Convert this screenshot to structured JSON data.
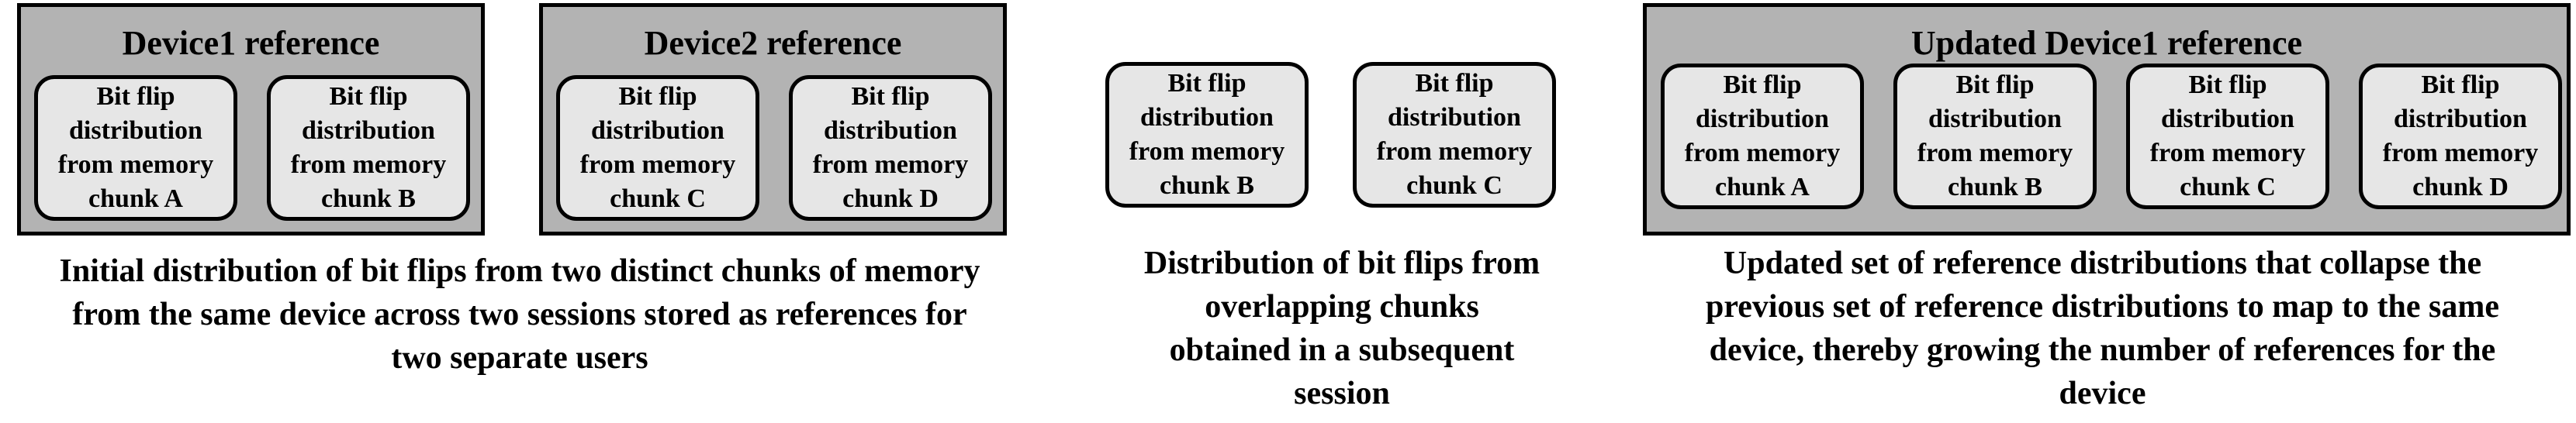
{
  "groups": {
    "device1": {
      "title": "Device1 reference"
    },
    "device2": {
      "title": "Device2 reference"
    },
    "updated": {
      "title": "Updated Device1 reference"
    }
  },
  "chunks": {
    "line1": "Bit flip",
    "line2": "distribution",
    "line3": "from memory",
    "a": "chunk A",
    "b": "chunk B",
    "c": "chunk C",
    "d": "chunk D"
  },
  "captions": {
    "initial": [
      "Initial distribution of bit flips from two distinct chunks of memory",
      "from the same device across two sessions stored as references for",
      "two separate users"
    ],
    "subsequent": [
      "Distribution of bit flips from",
      "overlapping chunks",
      "obtained in a subsequent",
      "session"
    ],
    "updated": [
      "Updated set of reference distributions that collapse the",
      "previous set of reference distributions to map to the same",
      "device, thereby growing the number of references for the",
      "device"
    ]
  }
}
